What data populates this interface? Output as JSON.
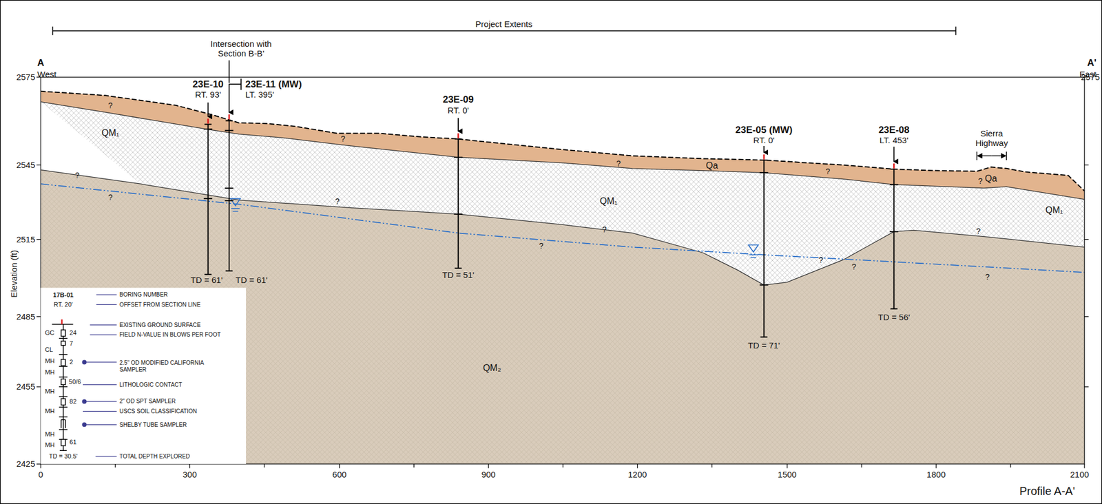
{
  "diagram": {
    "caption": "Profile A-A'",
    "labels": [
      "Project Extents",
      "A",
      "West",
      "A'",
      "East",
      "Intersection with Section B-B'",
      "23E-10",
      "RT. 93'",
      "23E-11 (MW)",
      "LT. 395'",
      "23E-09",
      "RT. 0'",
      "23E-05 (MW)",
      "RT. 0'",
      "23E-08",
      "LT. 453'",
      "Sierra Highway",
      "Elevation (ft)",
      "2575",
      "2545",
      "2515",
      "2485",
      "2455",
      "2425",
      "2575",
      "0",
      "300",
      "600",
      "900",
      "1200",
      "1500",
      "1800",
      "2100",
      "QM₁",
      "Qa",
      "QM₁",
      "Qa",
      "QM₁",
      "QM₂",
      "TD = 61'",
      "TD = 61'",
      "TD = 51'",
      "TD = 71'",
      "TD = 56'",
      "?",
      "?",
      "?",
      "?",
      "?",
      "?",
      "?",
      "?",
      "?",
      "?",
      "?",
      "?",
      "?",
      "?",
      "17B-01",
      "RT. 20'",
      "GC",
      "24",
      "7",
      "CL",
      "MH",
      "2",
      "MH",
      "50/6",
      "MH",
      "82",
      "MH",
      "MH",
      "61",
      "MH",
      "TD = 30.5'"
    ],
    "legend": [
      {
        "text": "BORING NUMBER"
      },
      {
        "text": "OFFSET FROM SECTION LINE"
      },
      {
        "text": "EXISTING GROUND SURFACE"
      },
      {
        "text": "FIELD N-VALUE IN BLOWS PER FOOT"
      },
      {
        "text": "2.5\" OD MODIFIED CALIFORNIA SAMPLER"
      },
      {
        "text": "LITHOLOGIC CONTACT"
      },
      {
        "text": "2\" OD SPT SAMPLER"
      },
      {
        "text": "USCS SOIL CLASSIFICATION"
      },
      {
        "text": "SHELBY TUBE SAMPLER"
      },
      {
        "text": "TOTAL DEPTH EXPLORED"
      }
    ]
  }
}
